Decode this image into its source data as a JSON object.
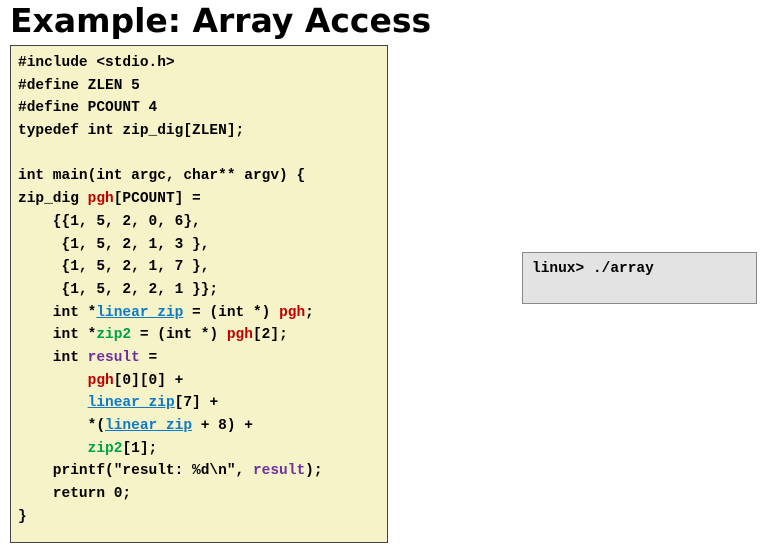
{
  "slide": {
    "title": "Example: Array Access"
  },
  "code": {
    "lines": [
      [
        {
          "t": "#include <stdio.h>"
        }
      ],
      [
        {
          "t": "#define ZLEN 5"
        }
      ],
      [
        {
          "t": "#define PCOUNT 4"
        }
      ],
      [
        {
          "t": "typedef int zip_dig[ZLEN];"
        }
      ],
      [
        {
          "t": ""
        }
      ],
      [
        {
          "t": "int main(int argc, char** argv) {"
        }
      ],
      [
        {
          "t": "zip_dig "
        },
        {
          "t": "pgh",
          "c": "red"
        },
        {
          "t": "[PCOUNT] ="
        }
      ],
      [
        {
          "t": "    {{1, 5, 2, 0, 6},"
        }
      ],
      [
        {
          "t": "     {1, 5, 2, 1, 3 },"
        }
      ],
      [
        {
          "t": "     {1, 5, 2, 1, 7 },"
        }
      ],
      [
        {
          "t": "     {1, 5, 2, 2, 1 }};"
        }
      ],
      [
        {
          "t": "    int *"
        },
        {
          "t": "linear_zip",
          "c": "blue",
          "u": true
        },
        {
          "t": " = (int *) "
        },
        {
          "t": "pgh",
          "c": "red"
        },
        {
          "t": ";"
        }
      ],
      [
        {
          "t": "    int *"
        },
        {
          "t": "zip2",
          "c": "green"
        },
        {
          "t": " = (int *) "
        },
        {
          "t": "pgh",
          "c": "red"
        },
        {
          "t": "[2];"
        }
      ],
      [
        {
          "t": "    int "
        },
        {
          "t": "result",
          "c": "purple"
        },
        {
          "t": " ="
        }
      ],
      [
        {
          "t": "        "
        },
        {
          "t": "pgh",
          "c": "red"
        },
        {
          "t": "[0][0] +"
        }
      ],
      [
        {
          "t": "        "
        },
        {
          "t": "linear_zip",
          "c": "blue",
          "u": true
        },
        {
          "t": "[7] +"
        }
      ],
      [
        {
          "t": "        *("
        },
        {
          "t": "linear_zip",
          "c": "blue",
          "u": true
        },
        {
          "t": " + 8) +"
        }
      ],
      [
        {
          "t": "        "
        },
        {
          "t": "zip2",
          "c": "green"
        },
        {
          "t": "[1];"
        }
      ],
      [
        {
          "t": "    printf(\"result: %d\\n\", "
        },
        {
          "t": "result",
          "c": "purple"
        },
        {
          "t": ");"
        }
      ],
      [
        {
          "t": "    return 0;"
        }
      ],
      [
        {
          "t": "}"
        }
      ]
    ],
    "colors": {
      "red": "#c00000",
      "blue": "#0f7bc6",
      "green": "#00a24a",
      "purple": "#7030a0",
      "background": "#f5f3c7"
    }
  },
  "terminal": {
    "command": "linux> ./array"
  }
}
